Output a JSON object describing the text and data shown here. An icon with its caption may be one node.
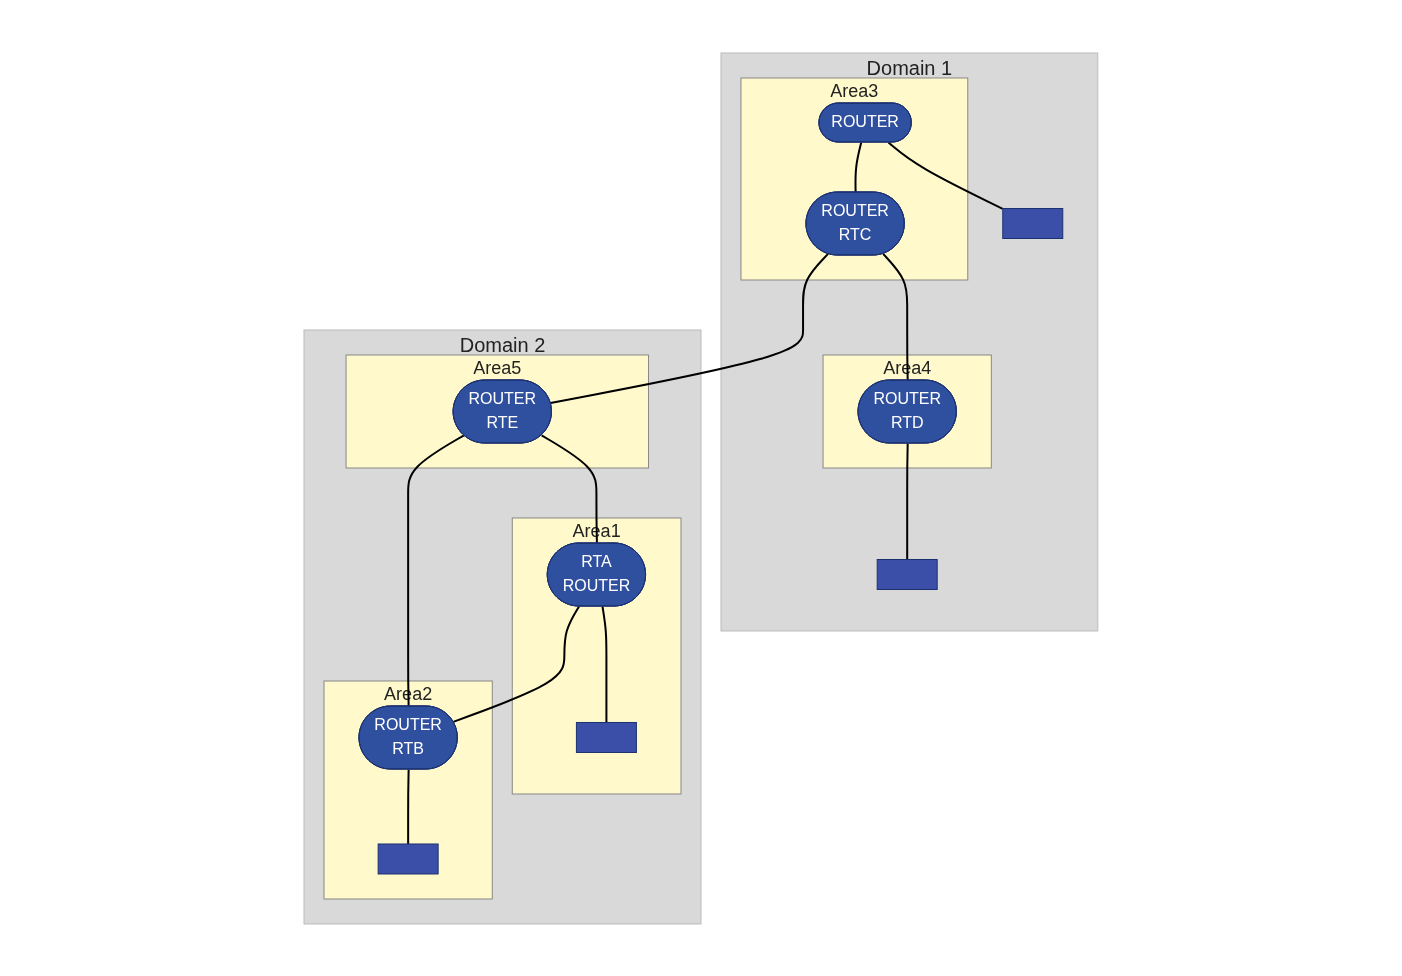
{
  "diagram": {
    "nodes": [
      {
        "text": [
          "Domain 1"
        ]
      },
      {
        "text": [
          "Area3"
        ],
        "in": 0
      },
      {
        "text": [
          "ROUTER"
        ],
        "in": 1
      },
      {
        "text": [
          "ROUTER",
          "RTC"
        ],
        "in": 1
      },
      {
        "text": [],
        "shape": "box",
        "in": 0
      },
      {
        "text": [
          "Area4"
        ],
        "in": 0
      },
      {
        "text": [
          "ROUTER",
          "RTD"
        ],
        "in": 5
      },
      {
        "text": [],
        "shape": "box",
        "in": 0
      },
      {
        "text": [
          "Domain 2"
        ]
      },
      {
        "text": [
          "Area5"
        ],
        "in": 8
      },
      {
        "text": [
          "ROUTER",
          "RTE"
        ],
        "in": 9
      },
      {
        "text": [
          "Area1"
        ],
        "in": 8
      },
      {
        "text": [
          "RTA",
          "ROUTER"
        ],
        "in": 11
      },
      {
        "text": [],
        "shape": "box",
        "in": 11
      },
      {
        "text": [
          "Area2"
        ],
        "in": 8
      },
      {
        "text": [
          "ROUTER",
          "RTB"
        ],
        "in": 14
      },
      {
        "text": [],
        "shape": "box",
        "in": 14
      }
    ],
    "edges": [
      {
        "from": 2,
        "to": 4,
        "arrow": "none"
      },
      {
        "from": 2,
        "to": 3,
        "arrow": "none"
      },
      {
        "from": 3,
        "to": 6,
        "arrow": "none"
      },
      {
        "from": 6,
        "to": 7,
        "arrow": "none"
      },
      {
        "from": 3,
        "to": 10,
        "arrow": "none"
      },
      {
        "from": 10,
        "to": 12,
        "arrow": "none"
      },
      {
        "from": 10,
        "to": 15,
        "arrow": "none"
      },
      {
        "from": 12,
        "to": 15,
        "arrow": "none"
      },
      {
        "from": 12,
        "to": 13,
        "arrow": "none"
      },
      {
        "from": 15,
        "to": 16,
        "arrow": "none"
      }
    ]
  }
}
